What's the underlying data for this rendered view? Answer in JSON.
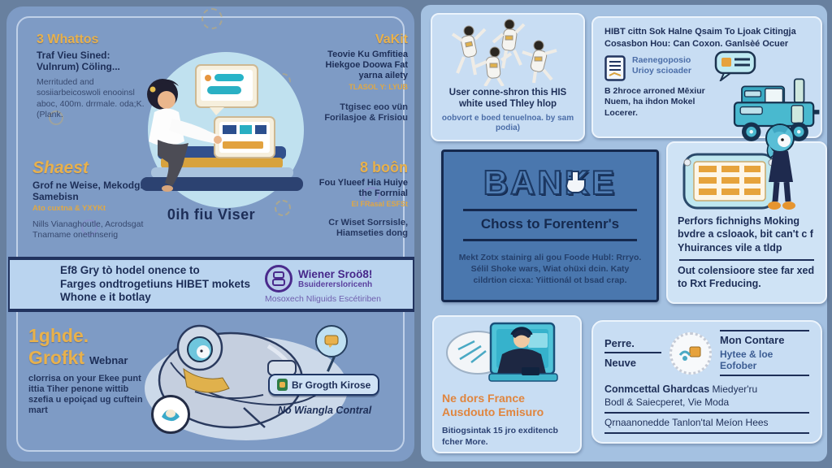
{
  "colors": {
    "gold_accent": "#E8B14C",
    "navy_text": "#1D2E57",
    "purple_badge": "#4A2A8C",
    "orange_accent": "#E0853E",
    "banke_card_blue": "#4A77AE",
    "left_panel_bg": "#7E9BC5",
    "right_panel_bg": "#A4C1E1",
    "card_bg": "#C8DDF3"
  },
  "left_panel": {
    "top_left": {
      "heading": "3 Whattos",
      "subheading": "Traf Vieu Sined: Vulnrum) Cöling...",
      "body": "Merrituded and sosiiarbeicoswoli enooinsl aboc, 400m. drrmale. oda;K. (Plank."
    },
    "top_right": {
      "heading": "VaKit",
      "subheading": "Teovie Ku Gmfitiea Hiekgoe Doowa Fat yarna ailety",
      "accent": "TLASOL Y: LYUB",
      "body": "Ttgisec eoo vün Forilasjoe & Frisiou"
    },
    "mid_left": {
      "heading": "Shaest",
      "subheading": "Grof ne Weise, Mekodgre Samebisn",
      "accent": "Ato cuxtna & YXYKt",
      "body": "Nills Vianaghoutle, Acrodsgat Tnamame onethnserig"
    },
    "mid_right": {
      "heading": "8 boôn",
      "subheading": "Fou Ylueef Hia Huiye the Forrnial",
      "accent": "El FRasal ESFSt",
      "body": "Cr Wiset Sorrsisle, Hiamseties dong"
    },
    "hero_caption": "0ih fiu Viser",
    "banner": {
      "line1": "Ef8 Gry tò hodel onence to",
      "line2": "Farges ondtrogetiuns HIBET mokets",
      "line3": "Whone e it botlay",
      "badge_title": "Wiener Sroö8!",
      "badge_sub": "Bsuiderersloricenh",
      "badge_footer": "Mosoxech Nliguids Escétiriben"
    },
    "bottom_left": {
      "heading_line1": "1ghde.",
      "heading_line2": "Grofkt",
      "inline_label": "Webnar",
      "body": "clorrisa on your Ekee punt ittia Tiher penone wittib szefia u epoiçad ug cuftein mart"
    },
    "pod": {
      "button_label": "Br Grogth Kirose",
      "caption": "No Wiangla Contral"
    }
  },
  "right_panel": {
    "card_users": {
      "title": "User conne-shron this HIS white used Thley hlop",
      "subtitle": "oobvort e boed tenuelnoa. by sam podia)"
    },
    "card_machine": {
      "title_line1": "HIBT cittn Sok Halne Qsaim To Ljoak Citingja",
      "title_line2": "Cosasbon Hou: Can Coxon. Ganlsèé Ocuer",
      "label_line1": "Raenegoposio",
      "label_line2": "Urioy scioader",
      "body": "B 2hroce arroned Mēxiur Nuem, ha ihdon Mokel Locerer."
    },
    "card_banke": {
      "logo": "BANKE",
      "heading": "Choss to Forentenr's",
      "body": "Mekt Zotx stainirg ali gou Foode Hubl: Rrryo. Sélil Shoke wars, Wiat ohüxi dcin. Katy cildrtion cicxa: Yiittionál ot bsad crap."
    },
    "card_checklist": {
      "body": "Perfors fichnighs Moking bvdre a csloaok, bit can't c f Yhuirances vile a tldp",
      "footer": "Out colensioore stee far xed to Rxt Freducing."
    },
    "card_france": {
      "heading_line1": "Ne dors France",
      "heading_line2": "Ausdouto Emisuro",
      "body": "Bitiogsintak 15 jro exditencb fcher More."
    },
    "card_contact": {
      "cell_top_left": "Perre.",
      "cell_bottom_left": "Neuve",
      "cell_top_right": "Mon Contare",
      "cell_bottom_right": "Hytee & loe Eofober",
      "row_bold": "Conmcettal Ghardcas",
      "row_bold_rest": " Miedyer'ru",
      "row_line2": "Bodl & Saiecperet, Vie Moda",
      "row_footer": "Qrnaanonedde Tanlon'tal Meíon Hees"
    }
  }
}
